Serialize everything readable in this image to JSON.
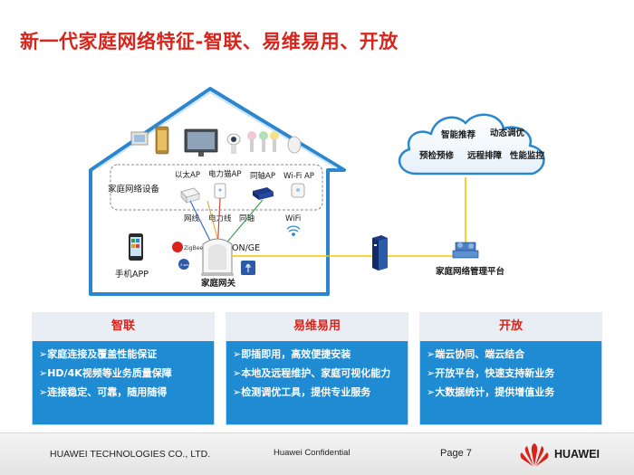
{
  "title": "新一代家庭网络特征-智联、易维易用、开放",
  "house": {
    "group_label": "家庭网络设备",
    "devices": [
      "以太AP",
      "电力猫AP",
      "同轴AP",
      "Wi-Fi AP"
    ],
    "links": [
      "网线",
      "电力线",
      "同轴",
      "WiFi"
    ],
    "app_label": "手机APP",
    "gateway_label": "家庭网关",
    "ongel_label": "ON/GE",
    "zigbee_label": "ZigBee",
    "zwave_label": "Z-wave"
  },
  "cloud": {
    "items": [
      "智能推荐",
      "动态调优",
      "预检预修",
      "远程排障",
      "性能监控"
    ]
  },
  "platform_label": "家庭网络管理平台",
  "panels": [
    {
      "heading": "智联",
      "items": [
        "➢家庭连接及覆盖性能保证",
        "➢HD/4K视频等业务质量保障",
        "➢连接稳定、可靠，随用随得"
      ]
    },
    {
      "heading": "易维易用",
      "items": [
        "➢即插即用，高效便捷安装",
        "➢本地及远程维护、家庭可视化能力",
        "➢检测调优工具，提供专业服务"
      ]
    },
    {
      "heading": "开放",
      "items": [
        "➢端云协同、端云结合",
        "➢开放平台，快速支持新业务",
        "➢大数据统计，提供增值业务"
      ]
    }
  ],
  "footer": {
    "company": "HUAWEI TECHNOLOGIES CO., LTD.",
    "confidential": "Huawei Confidential",
    "page": "Page 7",
    "brand": "HUAWEI"
  },
  "colors": {
    "title_red": "#d9241b",
    "house_blue": "#2a87cf",
    "panel_blue": "#1e8bd2",
    "link_yellow": "#f5c400"
  }
}
